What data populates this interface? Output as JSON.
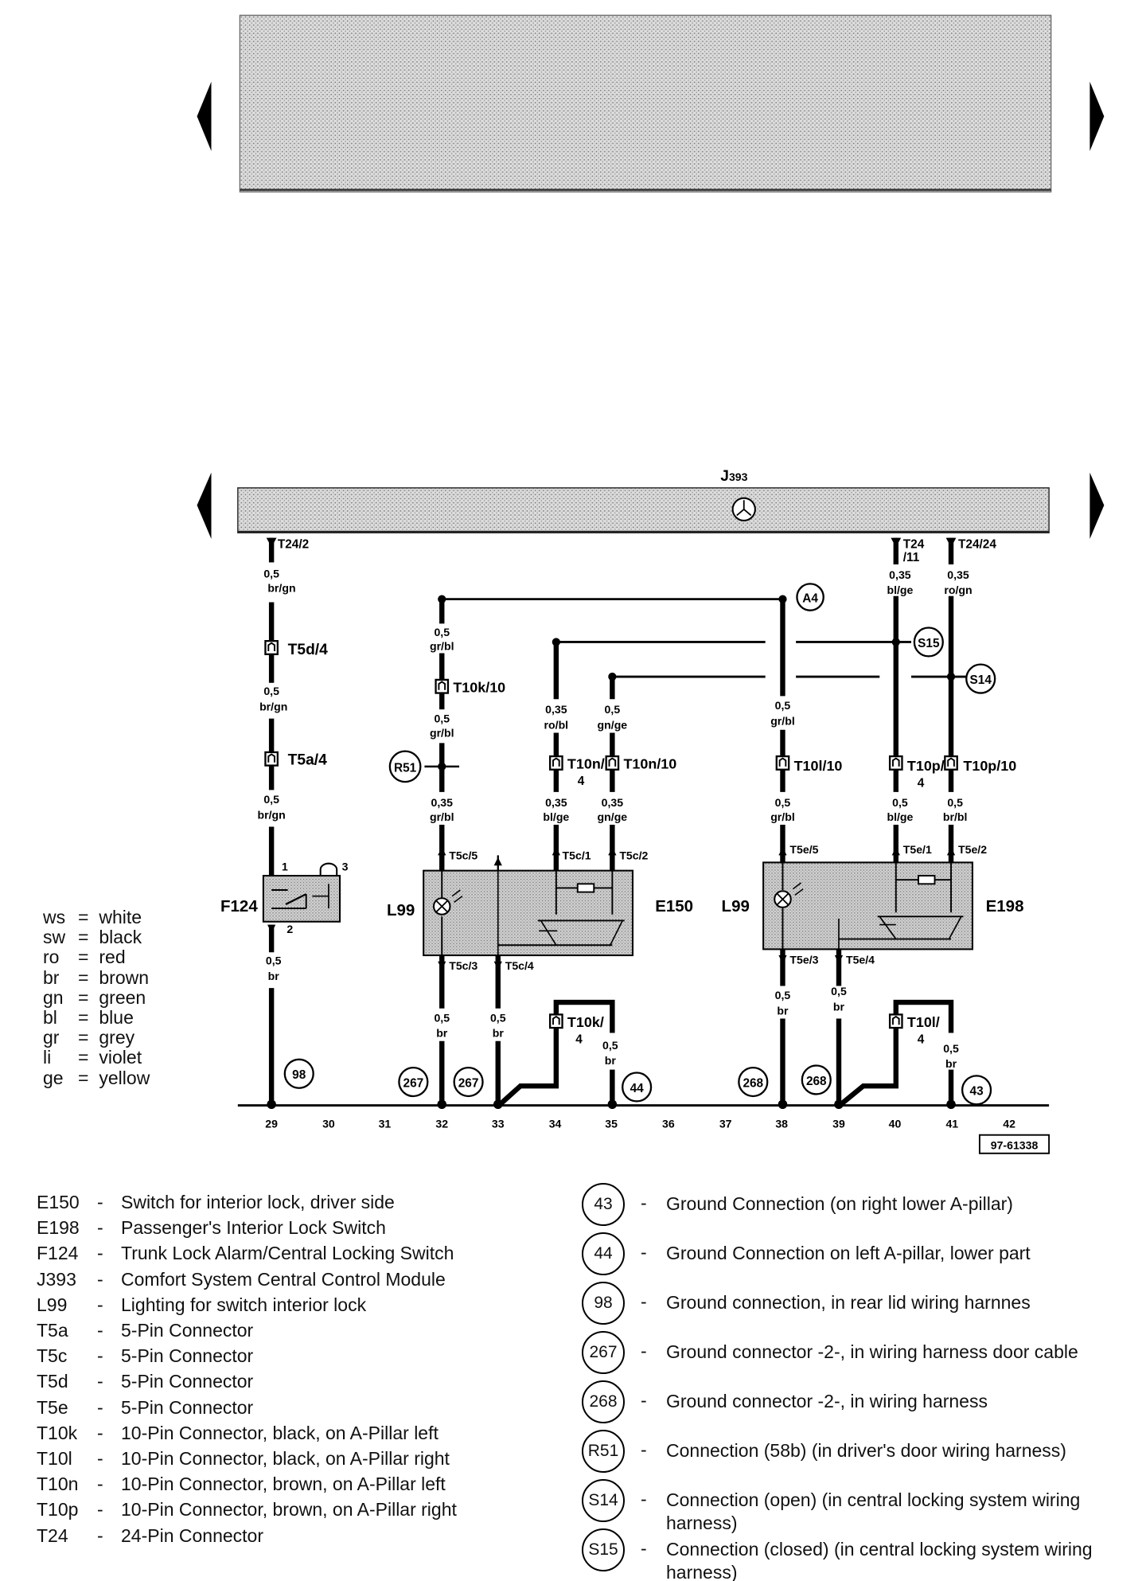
{
  "diagram_ref": "97-61338",
  "control_module": "J393",
  "wire_labels": {
    "t24_2": "T24/2",
    "t24_11_a": "T24",
    "t24_11_b": "/11",
    "t24_24": "T24/24",
    "w29a_size": "0,5",
    "w29a_color": "br/gn",
    "t5d4": "T5d/4",
    "w29b_size": "0,5",
    "w29b_color": "br/gn",
    "t5a4": "T5a/4",
    "w29c_size": "0,5",
    "w29c_color": "br/gn",
    "w29d_size": "0,5",
    "w29d_color": "br",
    "w32a_size": "0,5",
    "w32a_color": "gr/bl",
    "t10k10": "T10k/10",
    "w32b_size": "0,5",
    "w32b_color": "gr/bl",
    "w32c_size": "0,35",
    "w32c_color": "gr/bl",
    "t5c5": "T5c/5",
    "w34a_size": "0,35",
    "w34a_color": "ro/bl",
    "t10n4_a": "T10n/",
    "t10n4_b": "4",
    "w34b_size": "0,35",
    "w34b_color": "bl/ge",
    "t5c1": "T5c/1",
    "w35a_size": "0,5",
    "w35a_color": "gn/ge",
    "t10n10": "T10n/10",
    "w35b_size": "0,35",
    "w35b_color": "gn/ge",
    "t5c2": "T5c/2",
    "t5c3": "T5c/3",
    "t5c4": "T5c/4",
    "w32d_size": "0,5",
    "w32d_color": "br",
    "w33_size": "0,5",
    "w33_color": "br",
    "t10k4_a": "T10k/",
    "t10k4_b": "4",
    "w35c_size": "0,5",
    "w35c_color": "br",
    "w38a_size": "0,5",
    "w38a_color": "gr/bl",
    "t10l10": "T10l/10",
    "w38b_size": "0,5",
    "w38b_color": "gr/bl",
    "t5e5": "T5e/5",
    "t5e3": "T5e/3",
    "t5e4": "T5e/4",
    "w38c_size": "0,5",
    "w38c_color": "br",
    "w39_size": "0,5",
    "w39_color": "br",
    "t10l4_a": "T10l/",
    "t10l4_b": "4",
    "w41c_size": "0,5",
    "w41c_color": "br",
    "w40a_size": "0,35",
    "w40a_color": "bl/ge",
    "t10p4_a": "T10p/",
    "t10p4_b": "4",
    "w40b_size": "0,5",
    "w40b_color": "bl/ge",
    "t5e1": "T5e/1",
    "w41a_size": "0,35",
    "w41a_color": "ro/gn",
    "t10p10": "T10p/10",
    "w41b_size": "0,5",
    "w41b_color": "br/bl",
    "t5e2": "T5e/2",
    "f124_pin1": "1",
    "f124_pin2": "2",
    "f124_pin3": "3"
  },
  "component_labels": {
    "f124": "F124",
    "l99_left": "L99",
    "e150": "E150",
    "l99_right": "L99",
    "e198": "E198"
  },
  "connection_markers": {
    "a4": "A4",
    "s15": "S15",
    "s14": "S14",
    "r51": "R51",
    "g98": "98",
    "g267a": "267",
    "g267b": "267",
    "g44": "44",
    "g268a": "268",
    "g268b": "268",
    "g43": "43"
  },
  "bus_numbers": [
    "29",
    "30",
    "31",
    "32",
    "33",
    "34",
    "35",
    "36",
    "37",
    "38",
    "39",
    "40",
    "41",
    "42"
  ],
  "color_legend": [
    {
      "abbr": "ws",
      "name": "white"
    },
    {
      "abbr": "sw",
      "name": "black"
    },
    {
      "abbr": "ro",
      "name": "red"
    },
    {
      "abbr": "br",
      "name": "brown"
    },
    {
      "abbr": "gn",
      "name": "green"
    },
    {
      "abbr": "bl",
      "name": "blue"
    },
    {
      "abbr": "gr",
      "name": "grey"
    },
    {
      "abbr": "li",
      "name": "violet"
    },
    {
      "abbr": "ge",
      "name": "yellow"
    }
  ],
  "component_legend": [
    {
      "code": "E150",
      "text": "Switch for interior lock, driver side"
    },
    {
      "code": "E198",
      "text": "Passenger's Interior Lock Switch"
    },
    {
      "code": "F124",
      "text": "Trunk Lock Alarm/Central Locking Switch"
    },
    {
      "code": "J393",
      "text": "Comfort System Central Control Module"
    },
    {
      "code": "L99",
      "text": "Lighting for switch interior lock"
    },
    {
      "code": "T5a",
      "text": "5-Pin Connector"
    },
    {
      "code": "T5c",
      "text": "5-Pin Connector"
    },
    {
      "code": "T5d",
      "text": "5-Pin Connector"
    },
    {
      "code": "T5e",
      "text": "5-Pin Connector"
    },
    {
      "code": "T10k",
      "text": "10-Pin Connector, black, on A-Pillar left"
    },
    {
      "code": "T10l",
      "text": "10-Pin Connector, black, on A-Pillar right"
    },
    {
      "code": "T10n",
      "text": "10-Pin Connector, brown, on A-Pillar left"
    },
    {
      "code": "T10p",
      "text": "10-Pin Connector, brown, on A-Pillar right"
    },
    {
      "code": "T24",
      "text": "24-Pin Connector"
    }
  ],
  "ground_legend": [
    {
      "symbol": "43",
      "text": "Ground Connection (on right lower A-pillar)"
    },
    {
      "symbol": "44",
      "text": "Ground Connection on left A-pillar, lower part"
    },
    {
      "symbol": "98",
      "text": "Ground connection, in rear lid wiring harnnes"
    },
    {
      "symbol": "267",
      "text": "Ground connector -2-, in wiring harness door cable"
    },
    {
      "symbol": "268",
      "text": "Ground connector -2-, in wiring harness"
    },
    {
      "symbol": "R51",
      "text": "Connection (58b) (in driver's door wiring harness)"
    },
    {
      "symbol": "S14",
      "text": "Connection (open) (in central locking system wiring harness)"
    },
    {
      "symbol": "S15",
      "text": "Connection (closed) (in central locking system wiring harness)"
    }
  ],
  "dash": "-",
  "colors": {
    "ink": "#000000",
    "stipple_light": "#d8d8d8",
    "stipple_dark": "#8a8a8a"
  }
}
